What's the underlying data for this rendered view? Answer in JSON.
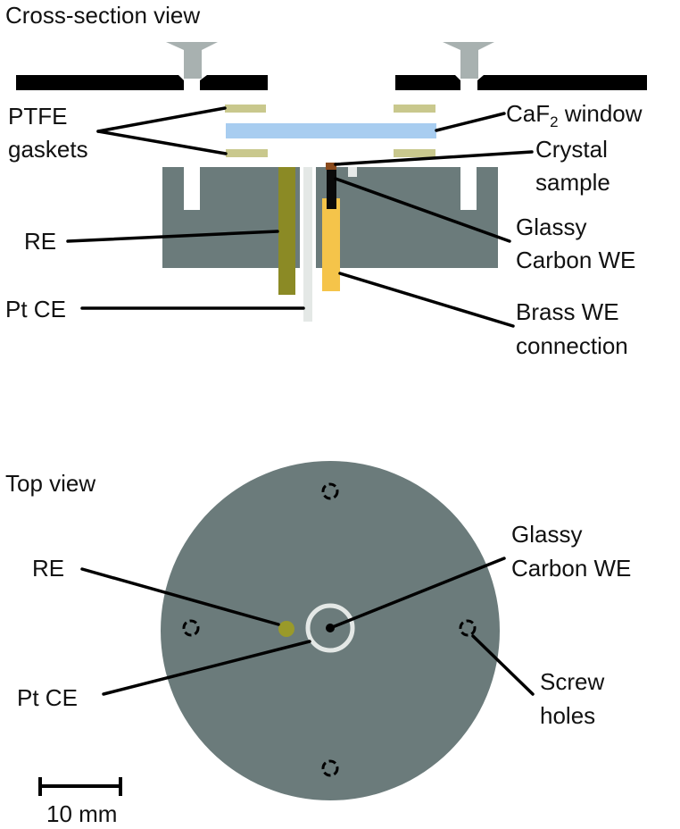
{
  "colors": {
    "body_gray": "#6b7b7b",
    "clamp_black": "#000000",
    "screw_gray": "#a8b1b0",
    "gasket": "#c9c88d",
    "window_blue": "#a8cdf0",
    "re_olive": "#8b8a25",
    "pt_ce": "#e4e8e6",
    "brass": "#f5c44a",
    "glassy_carbon": "#0a0a0a",
    "crystal": "#8a4a1c",
    "re_dot": "#9a9a2a"
  },
  "cross_section": {
    "title": "Cross-section view",
    "labels": {
      "ptfe_line1": "PTFE",
      "ptfe_line2": "gaskets",
      "caf2_prefix": "CaF",
      "caf2_sub": "2",
      "caf2_suffix": " window",
      "crystal_line1": "Crystal",
      "crystal_line2": "sample",
      "re": "RE",
      "gc_line1": "Glassy",
      "gc_line2": "Carbon WE",
      "pt_ce": "Pt CE",
      "brass_line1": "Brass WE",
      "brass_line2": "connection"
    }
  },
  "top_view": {
    "title": "Top view",
    "labels": {
      "re": "RE",
      "gc_line1": "Glassy",
      "gc_line2": "Carbon WE",
      "pt_ce": "Pt CE",
      "screw_line1": "Screw",
      "screw_line2": "holes"
    }
  },
  "scale_bar": {
    "label": "10 mm"
  }
}
